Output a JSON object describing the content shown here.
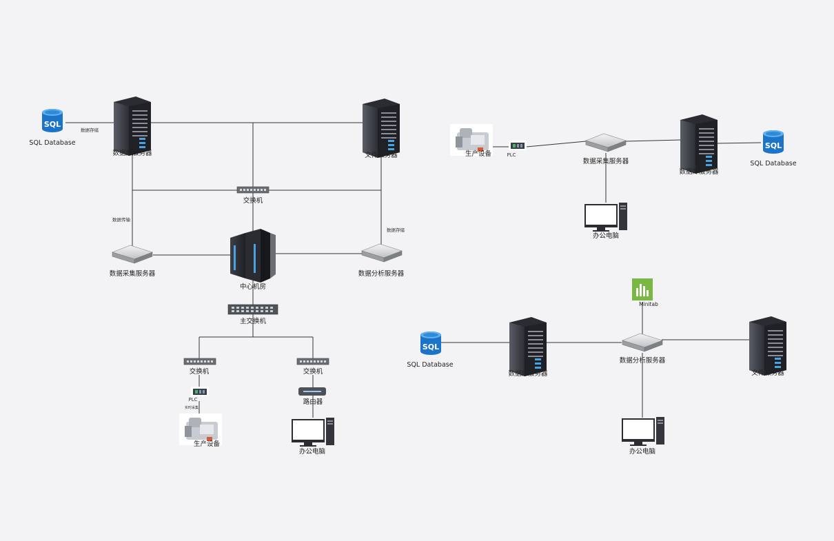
{
  "labels": {
    "sql_db": "SQL Database",
    "db_server": "数据库服务器",
    "file_server": "文件服务器",
    "switch": "交换机",
    "main_switch": "主交换机",
    "data_center": "中心机房",
    "collect_server": "数据采集服务器",
    "analysis_server": "数据分析服务器",
    "production_equipment": "生产设备",
    "office_pc": "办公电脑",
    "router": "路由器",
    "plc": "PLC",
    "minitab": "Minitab",
    "data_storage": "数据存储",
    "data_transfer": "数据传输",
    "data_collection": "实时采集"
  },
  "colors": {
    "server_dark": "#3b3d45",
    "server_led": "#4aa3e0",
    "sql_blue": "#1c74c9",
    "minitab_green": "#7bb843",
    "line": "#333333",
    "background": "#f3f3f5"
  }
}
